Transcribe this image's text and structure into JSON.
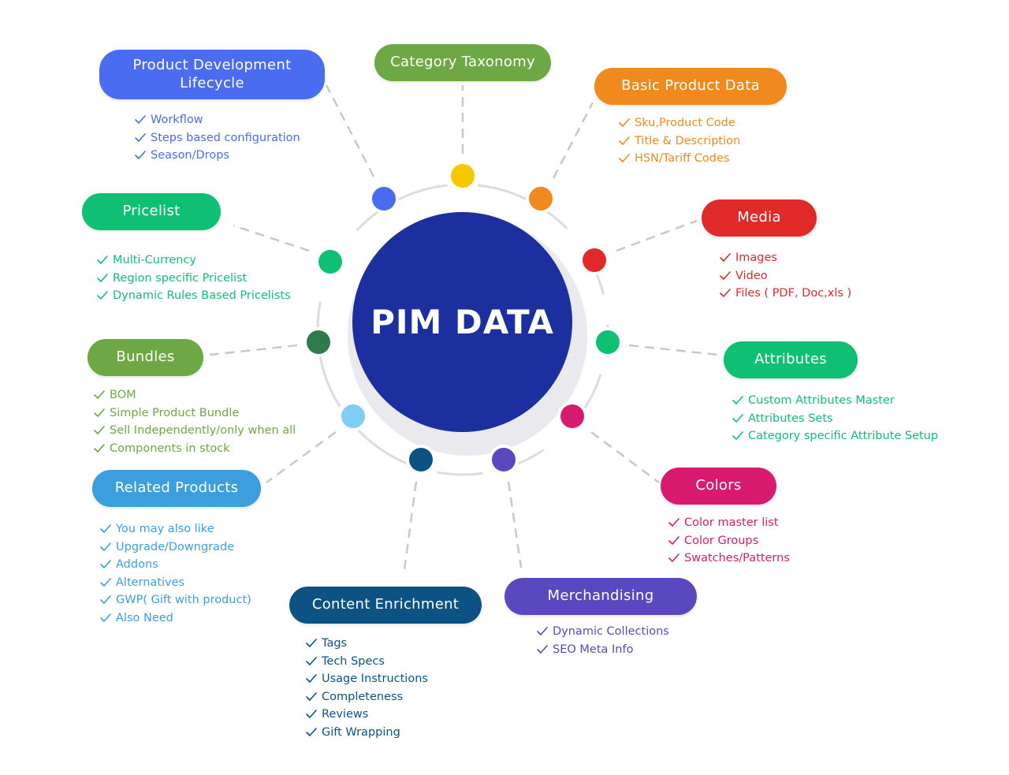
{
  "hub": {
    "title": "PIM DATA",
    "color": "#1b2f9e"
  },
  "nodes": [
    {
      "key": "pdl",
      "title": "Product Development Lifecycle",
      "color": "#4a6cf0",
      "items": [
        "Workflow",
        "Steps based configuration",
        "Season/Drops"
      ]
    },
    {
      "key": "cat",
      "title": "Category Taxonomy",
      "color": "#6ea844",
      "items": []
    },
    {
      "key": "basic",
      "title": "Basic Product Data",
      "color": "#f08a1e",
      "items": [
        "Sku,Product Code",
        "Title & Description",
        "HSN/Tariff Codes"
      ]
    },
    {
      "key": "price",
      "title": "Pricelist",
      "color": "#0fbf73",
      "items": [
        "Multi-Currency",
        "Region specific Pricelist",
        "Dynamic Rules Based Pricelists"
      ]
    },
    {
      "key": "media",
      "title": "Media",
      "color": "#e02a2a",
      "items": [
        "Images",
        "Video",
        "Files ( PDF, Doc,xls )"
      ]
    },
    {
      "key": "bund",
      "title": "Bundles",
      "color": "#6ea844",
      "items": [
        "BOM",
        "Simple Product Bundle",
        "Sell Independently/only when all",
        "Components in stock"
      ]
    },
    {
      "key": "attr",
      "title": "Attributes",
      "color": "#0fbf73",
      "items": [
        "Custom Attributes Master",
        "Attributes Sets",
        "Category specific Attribute Setup"
      ]
    },
    {
      "key": "rel",
      "title": "Related Products",
      "color": "#3a9fdc",
      "items": [
        "You may also like",
        "Upgrade/Downgrade",
        "Addons",
        "Alternatives",
        "GWP( Gift with product)",
        "Also Need"
      ]
    },
    {
      "key": "col",
      "title": "Colors",
      "color": "#d91b6f",
      "items": [
        "Color master list",
        "Color Groups",
        "Swatches/Patterns"
      ]
    },
    {
      "key": "cont",
      "title": "Content Enrichment",
      "color": "#0c5384",
      "items": [
        "Tags",
        "Tech Specs",
        "Usage Instructions",
        "Completeness",
        "Reviews",
        "Gift Wrapping"
      ]
    },
    {
      "key": "merch",
      "title": "Merchandising",
      "color": "#5a48c0",
      "items": [
        "Dynamic Collections",
        "SEO Meta Info"
      ]
    }
  ],
  "ring_dots": [
    {
      "name": "pdl-dot",
      "color": "#4a6cf0"
    },
    {
      "name": "cat-dot",
      "color": "#f5c800"
    },
    {
      "name": "basic-dot",
      "color": "#f08a1e"
    },
    {
      "name": "media-dot",
      "color": "#e02a2a"
    },
    {
      "name": "attr-dot",
      "color": "#0fbf73"
    },
    {
      "name": "col-dot",
      "color": "#d91b6f"
    },
    {
      "name": "merch-dot",
      "color": "#5a48c0"
    },
    {
      "name": "cont-dot",
      "color": "#0c5384"
    },
    {
      "name": "rel-dot",
      "color": "#7ecdf5"
    },
    {
      "name": "bund-dot",
      "color": "#2f7a4a"
    },
    {
      "name": "price-dot",
      "color": "#0fbf73"
    }
  ]
}
